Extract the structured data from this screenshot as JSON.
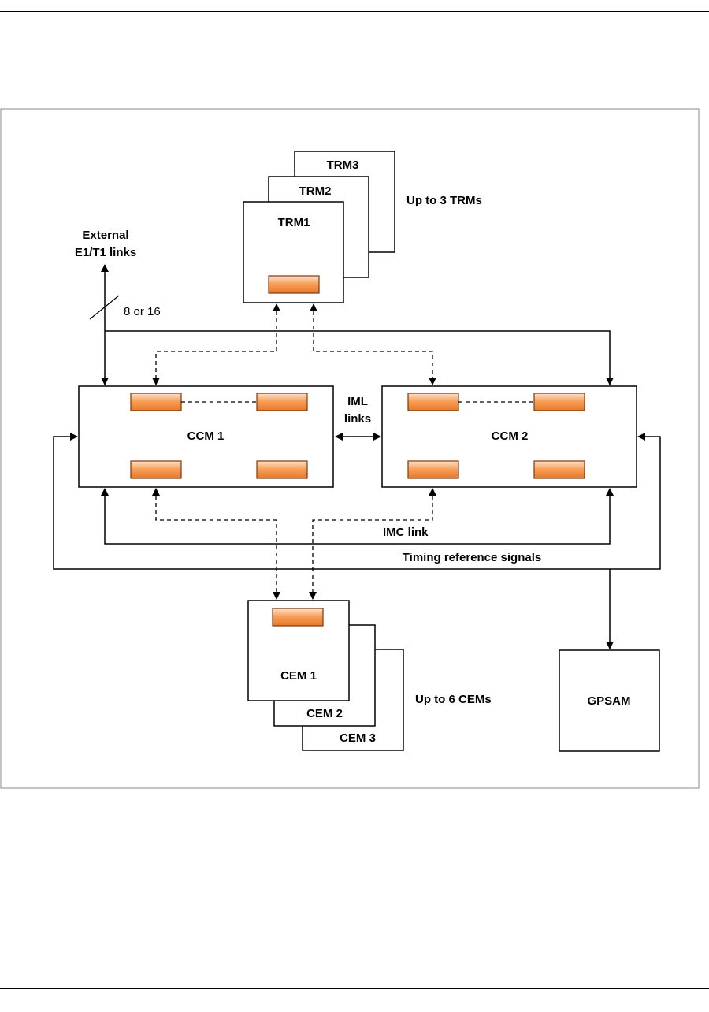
{
  "diagram": {
    "modules": {
      "trm1": "TRM1",
      "trm2": "TRM2",
      "trm3": "TRM3",
      "ccm1": "CCM 1",
      "ccm2": "CCM 2",
      "cem1": "CEM 1",
      "cem2": "CEM 2",
      "cem3": "CEM 3",
      "gpsam": "GPSAM"
    },
    "labels": {
      "up_to_3_trms": "Up to 3 TRMs",
      "up_to_6_cems": "Up to 6 CEMs",
      "external_line1": "External",
      "external_line2": "E1/T1 links",
      "link_count": "8 or 16",
      "iml_line1": "IML",
      "iml_line2": "links",
      "imc_link": "IMC link",
      "timing_reference": "Timing reference signals"
    },
    "colors": {
      "port_fill_top": "#fde3cc",
      "port_fill_mid": "#f7a05a",
      "port_fill_bottom": "#e8782a",
      "port_stroke": "#7a3a10",
      "frame_stroke": "#888888",
      "line": "#000000"
    }
  }
}
